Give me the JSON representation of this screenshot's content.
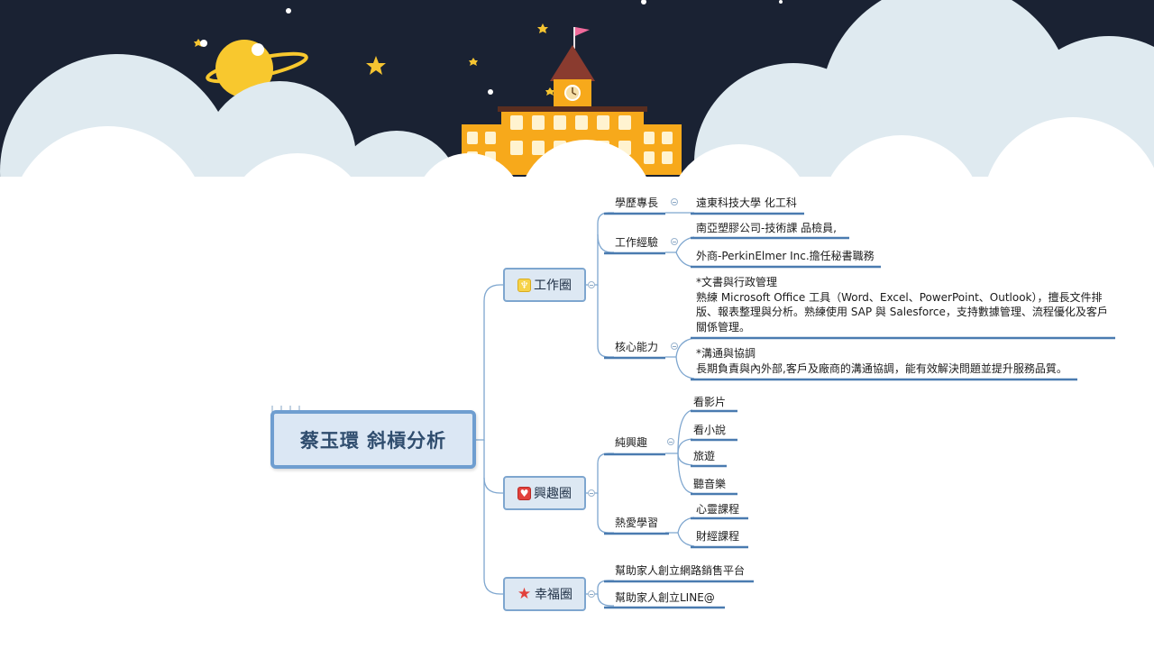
{
  "root": {
    "label": "蔡玉環 斜槓分析"
  },
  "branches": {
    "work": {
      "label": "工作圈",
      "icon": "trophy-icon",
      "education": {
        "label": "學歷專長",
        "items": [
          "遠東科技大學 化工科"
        ]
      },
      "experience": {
        "label": "工作經驗",
        "items": [
          "南亞塑膠公司-技術課 品檢員,",
          "外商-PerkinElmer Inc.擔任秘書職務"
        ]
      },
      "core": {
        "label": "核心能力",
        "admin": "*文書與行政管理\n熟練 Microsoft Office 工具（Word、Excel、PowerPoint、Outlook），擅長文件排版、報表整理與分析。熟練使用 SAP 與 Salesforce，支持數據管理、流程優化及客戶關係管理。",
        "comm": "*溝通與協調\n長期負責與內外部,客戶及廠商的溝通協調，能有效解決問題並提升服務品質。"
      }
    },
    "interest": {
      "label": "興趣圈",
      "icon": "heart-icon",
      "hobby": {
        "label": "純興趣",
        "items": [
          "看影片",
          "看小說",
          "旅遊",
          "聽音樂"
        ]
      },
      "learning": {
        "label": "熱愛學習",
        "items": [
          "心靈課程",
          "財經課程"
        ]
      }
    },
    "happiness": {
      "label": "幸福圈",
      "icon": "star-icon",
      "items": [
        "幫助家人創立網路銷售平台",
        "幫助家人創立LINE@"
      ]
    }
  },
  "colors": {
    "night_sky": "#1a2233",
    "cloud": "#dfeaf0",
    "line": "#7ea6cf",
    "underline": "#4a7bb0",
    "node_fill": "#dde8f3",
    "castle": "#f7a91b",
    "moon": "#f8c82e",
    "flag": "#f06a9b"
  }
}
